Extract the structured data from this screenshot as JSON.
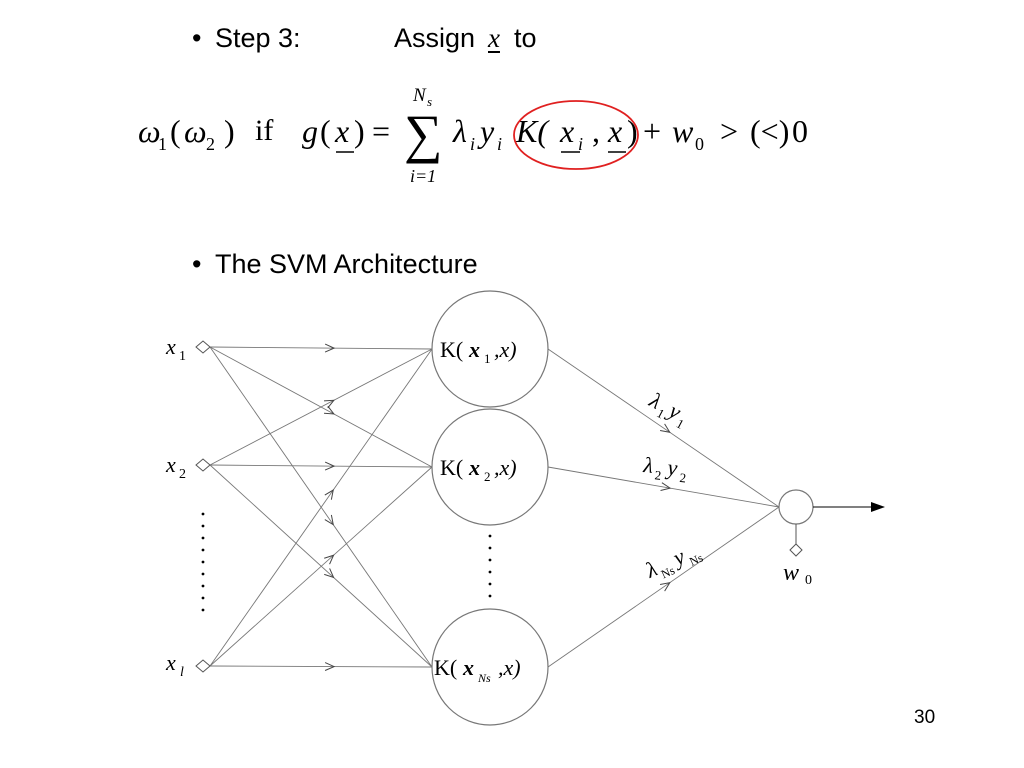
{
  "slide": {
    "bullet": "•",
    "step": {
      "label": "Step 3:",
      "assign_text": "Assign",
      "assign_var": "x",
      "to_text": "to"
    },
    "section_title": "The SVM Architecture",
    "page_number": "30"
  },
  "formula": {
    "class1": "ω",
    "class1_sub": "1",
    "open": "(",
    "class2": "ω",
    "class2_sub": "2",
    "close": ")",
    "if_text": "if",
    "g": "g",
    "paren_open": "(",
    "x": "x",
    "paren_close": ")",
    "equals": "=",
    "sum": "∑",
    "sum_upper": "N",
    "sum_upper_sub": "s",
    "sum_lower": "i=1",
    "lambda": "λ",
    "lambda_sub": "i",
    "y": "y",
    "y_sub": "i",
    "kernel": "K(",
    "kernel_x": "x",
    "kernel_x_sub": "i",
    "comma": ",",
    "kernel_x2": "x",
    "kernel_close": ")",
    "plus": "+",
    "w": "w",
    "w_sub": "0",
    "gt": ">",
    "lt_paren": "(<)",
    "zero": "0",
    "highlight_color": "#e02020"
  },
  "diagram": {
    "inputs": [
      {
        "var": "x",
        "sub": "1"
      },
      {
        "var": "x",
        "sub": "2"
      },
      {
        "var": "x",
        "sub": "l"
      }
    ],
    "kernels": [
      {
        "prefix": "K(",
        "var": "x",
        "sub": "1",
        "suffix": ",x)"
      },
      {
        "prefix": "K(",
        "var": "x",
        "sub": "2",
        "suffix": ",x)"
      },
      {
        "prefix": "K(",
        "var": "x",
        "sub": "Ns",
        "suffix": ",x)"
      }
    ],
    "weights": [
      {
        "lambda": "λ",
        "lambda_sub": "1",
        "y": "y",
        "y_sub": "1"
      },
      {
        "lambda": "λ",
        "lambda_sub": "2",
        "y": "y",
        "y_sub": "2"
      },
      {
        "lambda": "λ",
        "lambda_sub": "Ns",
        "y": "y",
        "y_sub": "Ns"
      }
    ],
    "bias": {
      "var": "w",
      "sub": "0"
    },
    "line_color": "#777777"
  }
}
